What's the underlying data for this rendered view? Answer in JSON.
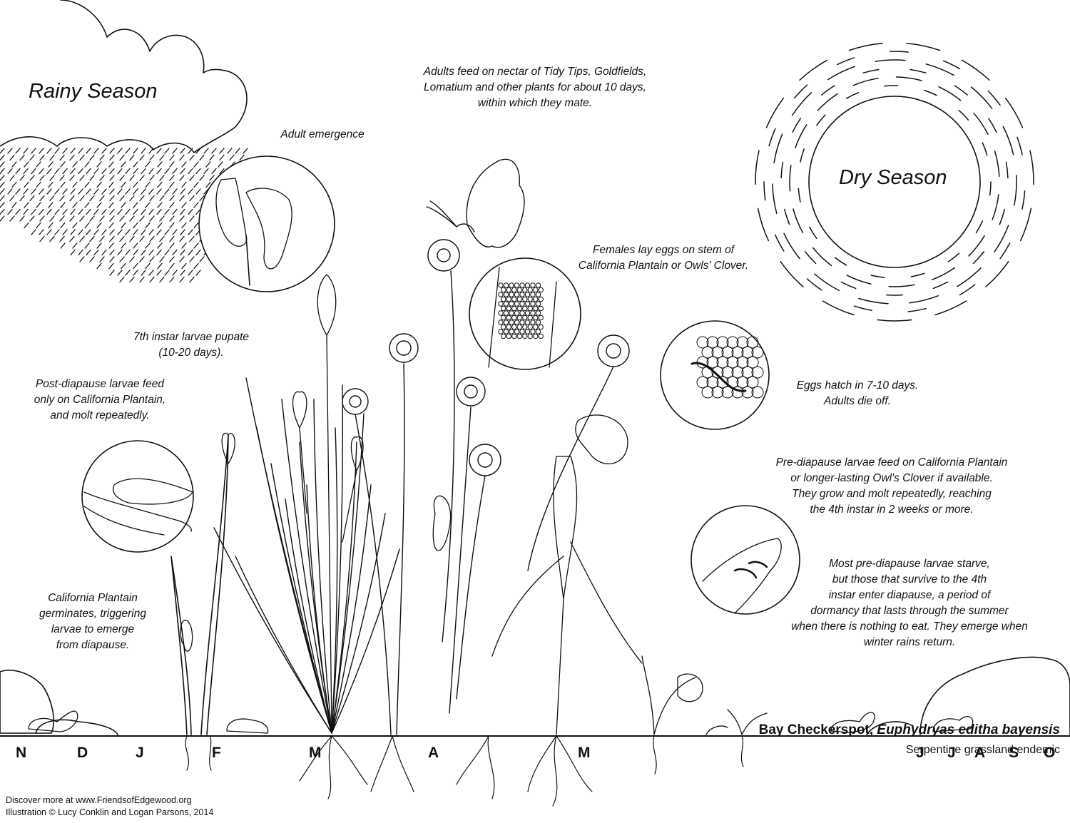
{
  "seasons": {
    "rainy": "Rainy Season",
    "dry": "Dry Season"
  },
  "labels": {
    "adult_emergence": "Adult emergence",
    "adults_feed": [
      "Adults feed on nectar of Tidy Tips, Goldfields,",
      "Lomatium and other plants for about 10 days,",
      "within which they mate."
    ],
    "females_lay": [
      "Females lay eggs on stem of",
      "California Plantain or Owls' Clover."
    ],
    "pupate": [
      "7th instar larvae pupate",
      "(10-20 days)."
    ],
    "post_diapause": [
      "Post-diapause larvae feed",
      "only on California Plantain,",
      "and molt repeatedly."
    ],
    "eggs_hatch": [
      "Eggs hatch in 7-10 days.",
      "Adults die off."
    ],
    "pre_diapause": [
      "Pre-diapause larvae feed on California Plantain",
      "or longer-lasting Owl's Clover if available.",
      "They grow and molt repeatedly, reaching",
      "the 4th instar in 2 weeks or more."
    ],
    "starve": [
      "Most pre-diapause larvae starve,",
      "but those that survive to the 4th",
      "instar enter diapause, a period of",
      "dormancy that lasts through the summer",
      "when there is nothing to eat. They emerge when",
      "winter rains return."
    ],
    "germinates": [
      "California Plantain",
      "germinates, triggering",
      "larvae to emerge",
      "from diapause."
    ]
  },
  "months": [
    "N",
    "D",
    "J",
    "F",
    "M",
    "A",
    "M",
    "J",
    "J",
    "A",
    "S",
    "O"
  ],
  "footer": {
    "discover": "Discover more at www.FriendsofEdgewood.org",
    "credit": "Illustration © Lucy Conklin and Logan Parsons, 2014",
    "title_common": "Bay Checkerspot,",
    "title_latin": "Euphydryas editha bayensis",
    "subtitle": "Serpentine grassland endemic"
  }
}
